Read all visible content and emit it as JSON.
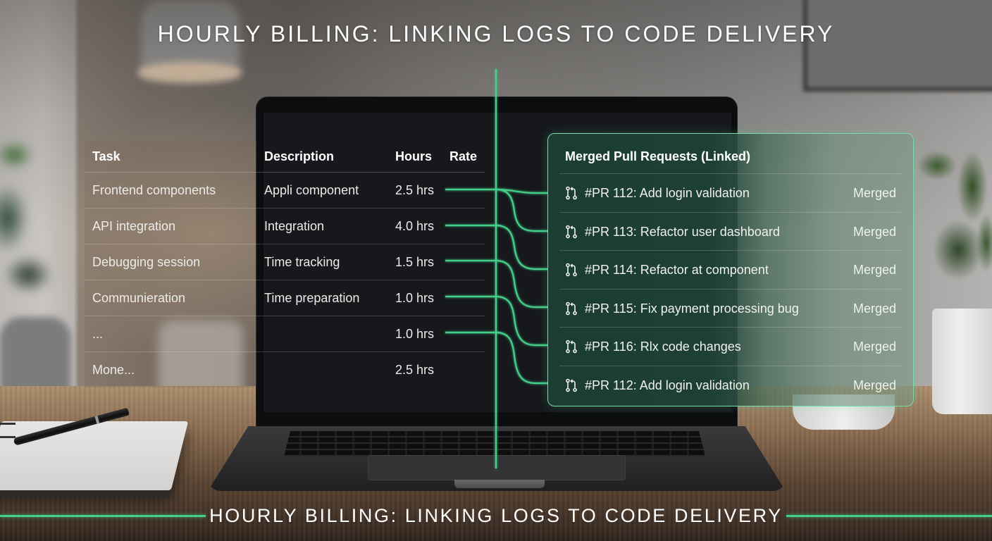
{
  "header": {
    "title": "HOURLY BILLING: LINKING LOGS TO CODE DELIVERY"
  },
  "billing_table": {
    "columns": {
      "task": "Task",
      "description": "Description",
      "hours": "Hours",
      "rate": "Rate"
    },
    "rows": [
      {
        "task": "Frontend components",
        "description": "Appli component",
        "hours": "2.5 hrs",
        "linked": true
      },
      {
        "task": "API integration",
        "description": "Integration",
        "hours": "4.0 hrs",
        "linked": true
      },
      {
        "task": "Debugging session",
        "description": "Time tracking",
        "hours": "1.5 hrs",
        "linked": true
      },
      {
        "task": "Communieration",
        "description": "Time preparation",
        "hours": "1.0 hrs",
        "linked": true
      },
      {
        "task": "...",
        "description": "",
        "hours": "1.0 hrs",
        "linked": true
      },
      {
        "task": "Mone...",
        "description": "",
        "hours": "2.5 hrs",
        "linked": false
      }
    ]
  },
  "pr_panel": {
    "title": "Merged Pull Requests (Linked)",
    "items": [
      {
        "icon": "git-pull-request-icon",
        "label": "#PR 112: Add login validation",
        "status": "Merged"
      },
      {
        "icon": "git-pull-request-icon",
        "label": "#PR 113: Refactor user dashboard",
        "status": "Merged"
      },
      {
        "icon": "git-pull-request-icon",
        "label": "#PR 114: Refactor at component",
        "status": "Merged"
      },
      {
        "icon": "git-pull-request-icon",
        "label": "#PR 115: Fix payment processing bug",
        "status": "Merged"
      },
      {
        "icon": "git-pull-request-icon",
        "label": "#PR 116: Rlx code changes",
        "status": "Merged"
      },
      {
        "icon": "git-pull-request-icon",
        "label": "#PR 112: Add login validation",
        "status": "Merged"
      }
    ]
  },
  "footer": {
    "title": "HOURLY BILLING: LINKING LOGS TO CODE DELIVERY"
  },
  "colors": {
    "accent_green": "#45d08a",
    "panel_border": "#7ad9a8",
    "panel_bg": "#1c3e32",
    "screen_bg": "#16181c"
  }
}
